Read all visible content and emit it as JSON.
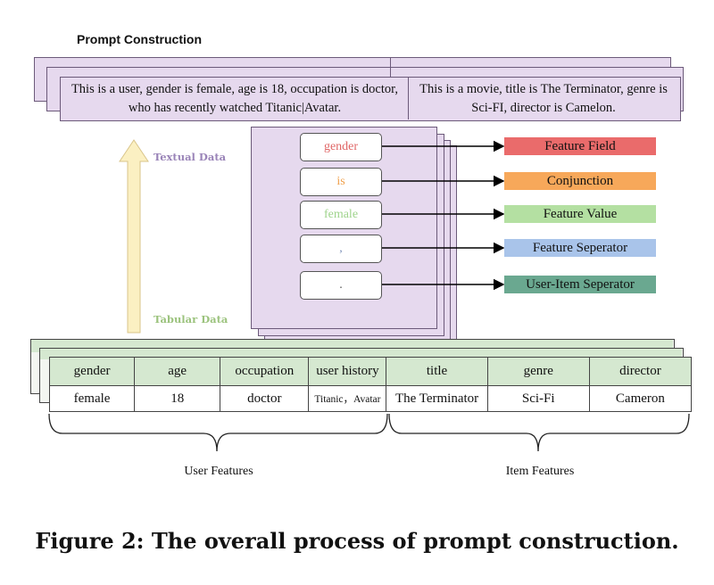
{
  "section_title": "Prompt Construction",
  "prompt": {
    "user_text": "This is a user, gender is female, age is 18,  occupation is doctor, who has recently watched Titanic|Avatar.",
    "item_text": "This is a movie, title is The Terminator, genre is Sci-FI, director is Camelon."
  },
  "labels": {
    "textual": "Textual Data",
    "tabular": "Tabular Data"
  },
  "tokens": [
    {
      "text": "gender",
      "color": "#e06666"
    },
    {
      "text": "is",
      "color": "#f0a04b"
    },
    {
      "text": "female",
      "color": "#9fd48c"
    },
    {
      "text": ",",
      "color": "#7a8fb8"
    },
    {
      "text": ".",
      "color": "#555555"
    }
  ],
  "categories": [
    {
      "text": "Feature Field",
      "color": "#ea6b6b"
    },
    {
      "text": "Conjunction",
      "color": "#f7a85a"
    },
    {
      "text": "Feature Value",
      "color": "#b4e0a2"
    },
    {
      "text": "Feature Seperator",
      "color": "#a9c4ea"
    },
    {
      "text": "User-Item Seperator",
      "color": "#6aa890"
    }
  ],
  "table": {
    "headers": [
      "gender",
      "age",
      "occupation",
      "user history",
      "title",
      "genre",
      "director"
    ],
    "row": [
      "female",
      "18",
      "doctor",
      "Titanic，Avatar",
      "The Terminator",
      "Sci-Fi",
      "Cameron"
    ]
  },
  "groups": {
    "user": "User Features",
    "item": "Item Features"
  },
  "caption": "Figure 2: The overall process of prompt construction."
}
